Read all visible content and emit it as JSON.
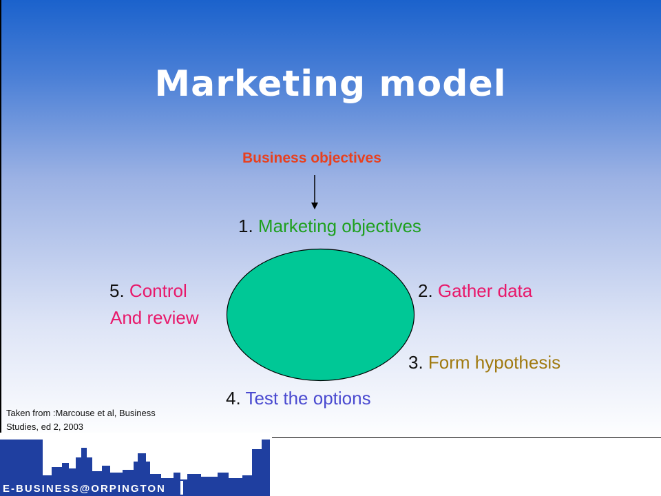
{
  "slide": {
    "title": "Marketing model",
    "business_objectives": "Business objectives",
    "cycle": {
      "step1": {
        "num": "1.",
        "text": "Marketing objectives"
      },
      "step2": {
        "num": "2.",
        "text": "Gather data"
      },
      "step3": {
        "num": "3.",
        "text": "Form hypothesis"
      },
      "step4": {
        "num": "4.",
        "text": "Test the options"
      },
      "step5": {
        "num": "5.",
        "text": "Control",
        "text2": "And review"
      }
    },
    "source_line1": "Taken from :Marcouse et al, Business",
    "source_line2": "Studies, ed 2, 2003",
    "logo_text": "E-BUSINESS@ORPINGTON"
  },
  "colors": {
    "ellipse_fill": "#00c896",
    "title": "#ffffff",
    "business_objectives": "#e8401e",
    "step1": "#1fa01f",
    "step2_step5": "#e8186a",
    "step3": "#a07a10",
    "step4": "#4a4ad0",
    "logo": "#1f3fa0"
  }
}
